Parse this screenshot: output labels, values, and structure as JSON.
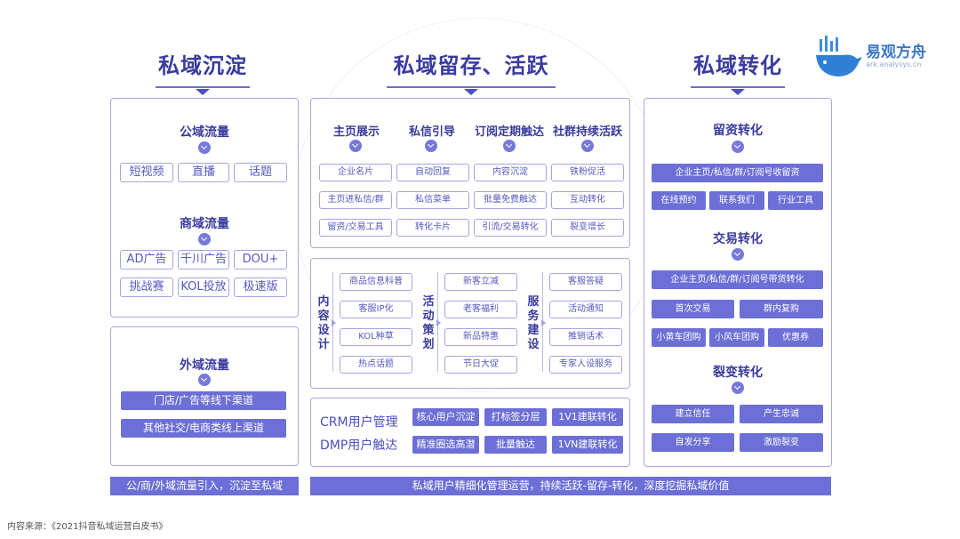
{
  "columns": {
    "left_title": "私域沉淀",
    "mid_title": "私域留存、活跃",
    "right_title": "私域转化"
  },
  "logo": {
    "name": "易观方舟",
    "url": "ark.analysys.cn"
  },
  "left": {
    "public_title": "公域流量",
    "public_tags": [
      "短视频",
      "直播",
      "话题"
    ],
    "business_title": "商域流量",
    "business_tags": [
      "AD广告",
      "千川广告",
      "DOU+",
      "挑战赛",
      "KOL投放",
      "极速版"
    ],
    "external_title": "外域流量",
    "external_items": [
      "门店/广告等线下渠道",
      "其他社交/电商类线上渠道"
    ],
    "bottom_bar": "公/商/外域流量引入，沉淀至私域"
  },
  "middle": {
    "top_headers": [
      "主页展示",
      "私信引导",
      "订阅定期触达",
      "社群持续活跃"
    ],
    "top_tags": [
      [
        "企业名片",
        "主页进私信/群",
        "留资/交易工具"
      ],
      [
        "自动回复",
        "私信菜单",
        "转化卡片"
      ],
      [
        "内容沉淀",
        "批量免费触达",
        "引流/交易转化"
      ],
      [
        "铁粉促活",
        "互动转化",
        "裂变增长"
      ]
    ],
    "design_labels": [
      "内容设计",
      "活动策划",
      "服务建设"
    ],
    "design_tags": [
      [
        "商品信息科普",
        "客服IP化",
        "KOL种草",
        "热点话题"
      ],
      [
        "新客立减",
        "老客福利",
        "新品特惠",
        "节日大促"
      ],
      [
        "客服答疑",
        "活动通知",
        "推销话术",
        "专家人设服务"
      ]
    ],
    "crm_label": "CRM用户管理",
    "dmp_label": "DMP用户触达",
    "crm_tags": [
      "核心用户沉淀",
      "打标签分层",
      "1V1建联转化"
    ],
    "dmp_tags": [
      "精准圈选高潜",
      "批量触达",
      "1VN建联转化"
    ],
    "bottom_bar": "私域用户精细化管理运营，持续活跃-留存-转化，深度挖掘私域价值"
  },
  "right": {
    "lead_title": "留资转化",
    "lead_main": "企业主页/私信/群/订阅号收留资",
    "lead_tags": [
      "在线预约",
      "联系我们",
      "行业工具"
    ],
    "trade_title": "交易转化",
    "trade_main": "企业主页/私信/群/订阅号带货转化",
    "trade_tags": [
      "首次交易",
      "群内复购",
      "小黄车团购",
      "小风车团购",
      "优惠券"
    ],
    "fission_title": "裂变转化",
    "fission_tags": [
      "建立信任",
      "产生忠诚",
      "自发分享",
      "激励裂变"
    ]
  },
  "source": "内容来源：《2021抖音私域运营白皮书》"
}
